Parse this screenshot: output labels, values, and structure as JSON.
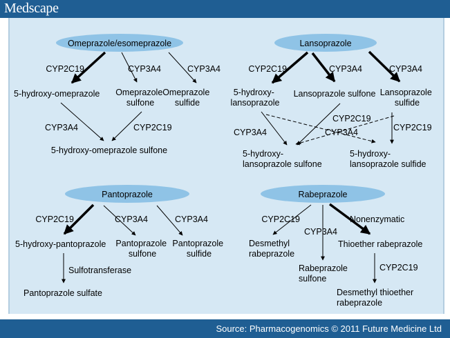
{
  "header": {
    "brand": "Medscape"
  },
  "footer": {
    "source": "Source: Pharmacogenomics © 2011 Future Medicine Ltd"
  },
  "colors": {
    "bar": "#1f5e93",
    "panel": "#d6e8f4",
    "ellipse": "#8fc3e6"
  },
  "diagram": {
    "omeprazole": {
      "title": "Omeprazole/esomeprazole",
      "e1": "CYP2C19",
      "e2": "CYP3A4",
      "e3": "CYP3A4",
      "m1": "5-hydroxy-omeprazole",
      "m2": [
        "Omeprazole",
        "sulfone"
      ],
      "m3": [
        "Omeprazole",
        "sulfide"
      ],
      "e4": "CYP3A4",
      "e5": "CYP2C19",
      "final": "5-hydroxy-omeprazole sulfone"
    },
    "lansoprazole": {
      "title": "Lansoprazole",
      "e1": "CYP2C19",
      "e2": "CYP3A4",
      "e3": "CYP3A4",
      "m1": [
        "5-hydroxy-",
        "lansoprazole"
      ],
      "m2": "Lansoprazole sulfone",
      "m3": [
        "Lansoprazole",
        "sulfide"
      ],
      "e4": "CYP2C19",
      "e5": "CYP3A4",
      "e6": "CYP3A4",
      "e7": "CYP2C19",
      "f1": [
        "5-hydroxy-",
        "lansoprazole sulfone"
      ],
      "f2": [
        "5-hydroxy-",
        "lansoprazole sulfide"
      ]
    },
    "pantoprazole": {
      "title": "Pantoprazole",
      "e1": "CYP2C19",
      "e2": "CYP3A4",
      "e3": "CYP3A4",
      "m1": "5-hydroxy-pantoprazole",
      "m2": [
        "Pantoprazole",
        "sulfone"
      ],
      "m3": [
        "Pantoprazole",
        "sulfide"
      ],
      "e4": "Sulfotransferase",
      "final": "Pantoprazole sulfate"
    },
    "rabeprazole": {
      "title": "Rabeprazole",
      "e1": "CYP2C19",
      "e2": "CYP3A4",
      "e3": "Nonenzymatic",
      "m1": [
        "Desmethyl",
        "rabeprazole"
      ],
      "m2": [
        "Rabeprazole",
        "sulfone"
      ],
      "m3": "Thioether rabeprazole",
      "e4": "CYP2C19",
      "final": [
        "Desmethyl thioether",
        "rabeprazole"
      ]
    }
  }
}
